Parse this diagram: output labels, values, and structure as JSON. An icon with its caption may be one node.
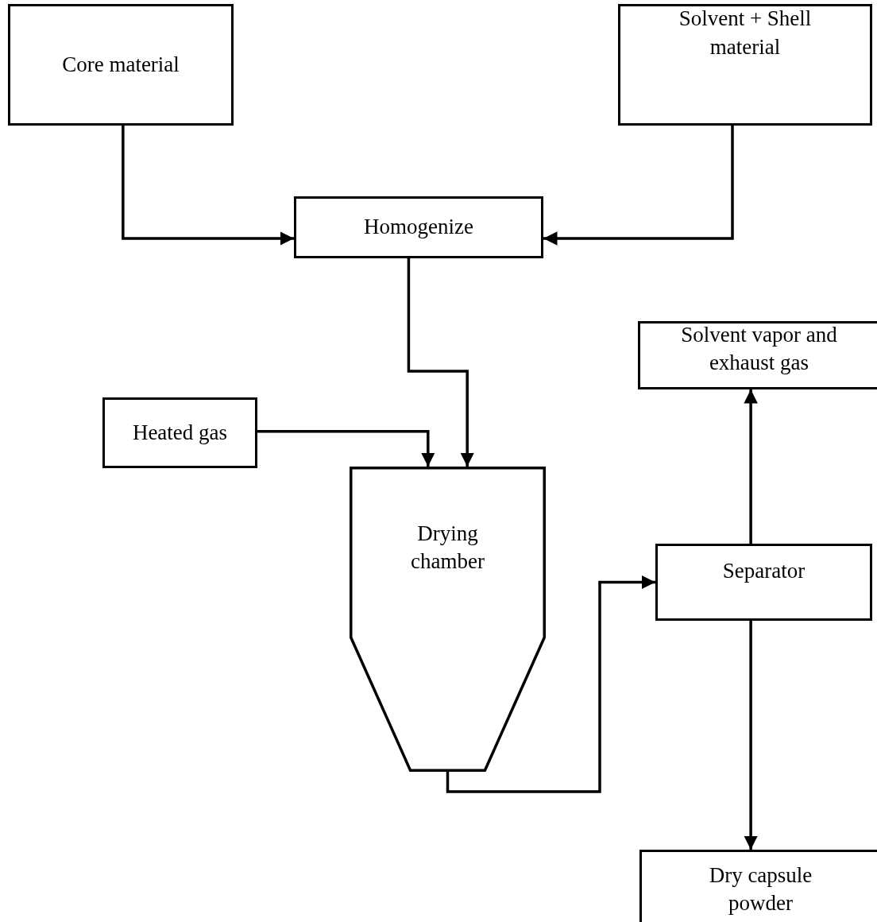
{
  "diagram": {
    "nodes": [
      {
        "text": [
          "Core material"
        ]
      },
      {
        "text": [
          "Solvent + Shell material"
        ]
      },
      {
        "text": [
          "Homogenize"
        ]
      },
      {
        "text": [
          "Solvent vapor and exhaust gas"
        ]
      },
      {
        "text": [
          "Heated gas"
        ]
      },
      {
        "text": [
          "Drying chamber"
        ]
      },
      {
        "text": [
          "Separator"
        ]
      },
      {
        "text": [
          "Dry capsule powder"
        ]
      }
    ],
    "edges": [
      {
        "from": 0,
        "to": 2,
        "arrow": "to"
      },
      {
        "from": 1,
        "to": 2,
        "arrow": "to"
      },
      {
        "from": 2,
        "to": 5,
        "arrow": "to"
      },
      {
        "from": 4,
        "to": 5,
        "arrow": "to"
      },
      {
        "from": 5,
        "to": 6,
        "arrow": "to"
      },
      {
        "from": 6,
        "to": 3,
        "arrow": "to"
      },
      {
        "from": 6,
        "to": 7,
        "arrow": "to"
      }
    ]
  }
}
